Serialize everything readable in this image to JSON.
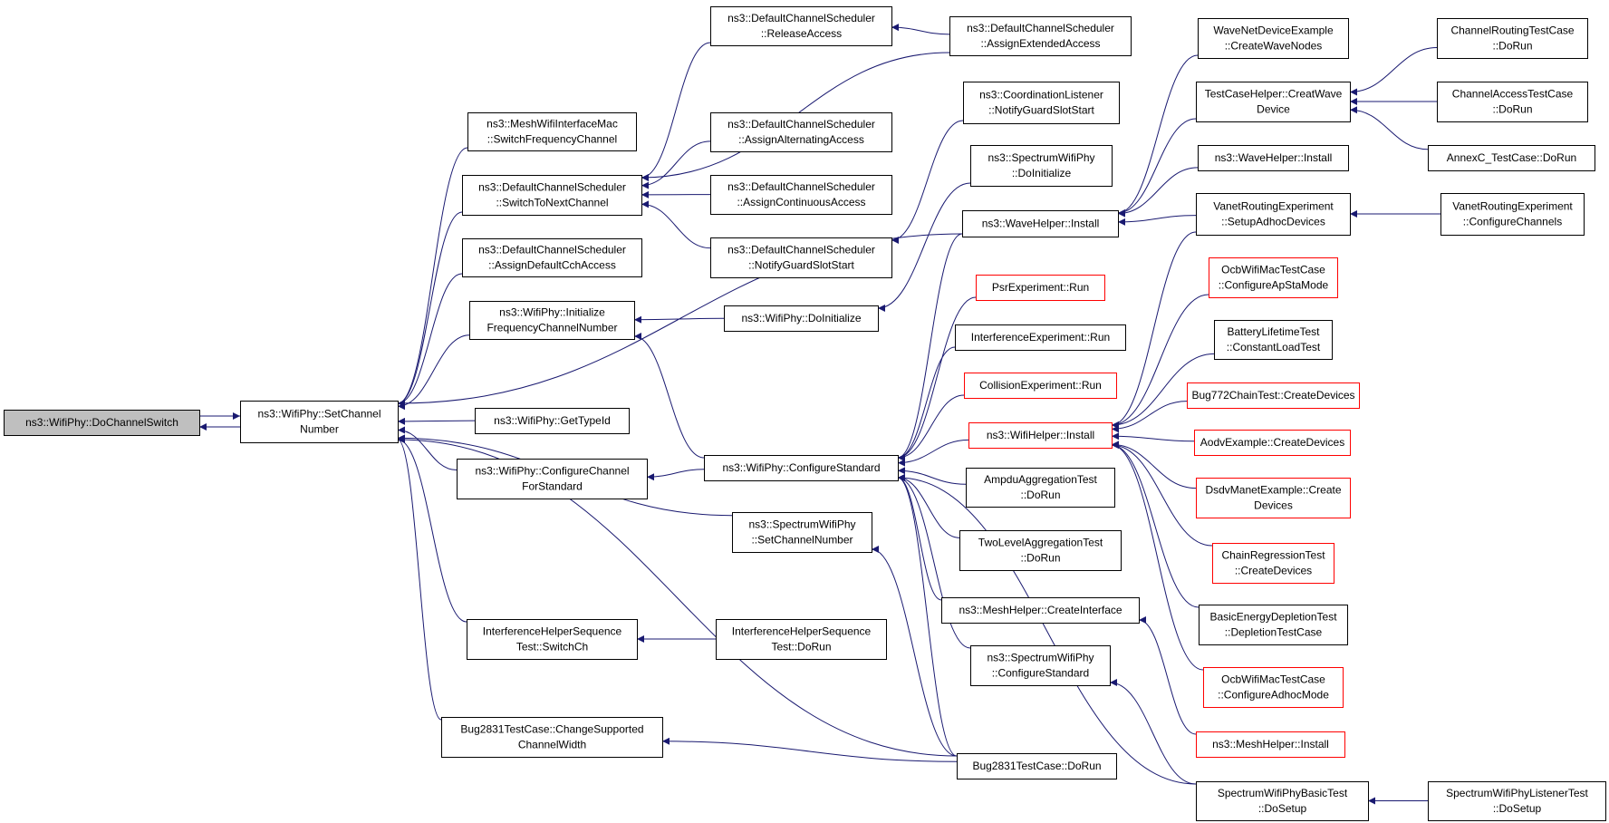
{
  "colors": {
    "edge": "#191970",
    "box_border": "#000000",
    "box_border_truncated": "#ff0000",
    "box_fill": "#ffffff",
    "box_fill_root": "#bfbfbf"
  },
  "nodes": [
    {
      "id": "n0",
      "lines": [
        "ns3::WifiPhy::DoChannelSwitch"
      ],
      "root": true
    },
    {
      "id": "n1",
      "lines": [
        "ns3::WifiPhy::SetChannel",
        "Number"
      ]
    },
    {
      "id": "n2",
      "lines": [
        "ns3::MeshWifiInterfaceMac",
        "::SwitchFrequencyChannel"
      ]
    },
    {
      "id": "n3",
      "lines": [
        "ns3::DefaultChannelScheduler",
        "::SwitchToNextChannel"
      ]
    },
    {
      "id": "n4",
      "lines": [
        "ns3::DefaultChannelScheduler",
        "::AssignDefaultCchAccess"
      ]
    },
    {
      "id": "n5",
      "lines": [
        "ns3::WifiPhy::Initialize",
        "FrequencyChannelNumber"
      ]
    },
    {
      "id": "n6",
      "lines": [
        "ns3::WifiPhy::GetTypeId"
      ]
    },
    {
      "id": "n7",
      "lines": [
        "ns3::WifiPhy::ConfigureChannel",
        "ForStandard"
      ]
    },
    {
      "id": "n8",
      "lines": [
        "ns3::SpectrumWifiPhy",
        "::SetChannelNumber"
      ]
    },
    {
      "id": "n9",
      "lines": [
        "InterferenceHelperSequence",
        "Test::SwitchCh"
      ]
    },
    {
      "id": "n10",
      "lines": [
        "Bug2831TestCase::ChangeSupported",
        "ChannelWidth"
      ]
    },
    {
      "id": "n11",
      "lines": [
        "ns3::DefaultChannelScheduler",
        "::ReleaseAccess"
      ]
    },
    {
      "id": "n12",
      "lines": [
        "ns3::DefaultChannelScheduler",
        "::AssignExtendedAccess"
      ]
    },
    {
      "id": "n13",
      "lines": [
        "ns3::DefaultChannelScheduler",
        "::AssignAlternatingAccess"
      ]
    },
    {
      "id": "n14",
      "lines": [
        "ns3::DefaultChannelScheduler",
        "::AssignContinuousAccess"
      ]
    },
    {
      "id": "n15",
      "lines": [
        "ns3::DefaultChannelScheduler",
        "::NotifyGuardSlotStart"
      ]
    },
    {
      "id": "n16",
      "lines": [
        "ns3::WifiPhy::DoInitialize"
      ]
    },
    {
      "id": "n17",
      "lines": [
        "ns3::WifiPhy::ConfigureStandard"
      ]
    },
    {
      "id": "n18",
      "lines": [
        "InterferenceHelperSequence",
        "Test::DoRun"
      ]
    },
    {
      "id": "n19",
      "lines": [
        "Bug2831TestCase::DoRun"
      ]
    },
    {
      "id": "n20",
      "lines": [
        "ns3::CoordinationListener",
        "::NotifyGuardSlotStart"
      ]
    },
    {
      "id": "n21",
      "lines": [
        "ns3::SpectrumWifiPhy",
        "::DoInitialize"
      ]
    },
    {
      "id": "n22",
      "lines": [
        "ns3::WaveHelper::Install"
      ]
    },
    {
      "id": "n23",
      "lines": [
        "PsrExperiment::Run"
      ],
      "truncated": true
    },
    {
      "id": "n24",
      "lines": [
        "InterferenceExperiment::Run"
      ]
    },
    {
      "id": "n25",
      "lines": [
        "CollisionExperiment::Run"
      ],
      "truncated": true
    },
    {
      "id": "n26",
      "lines": [
        "ns3::WifiHelper::Install"
      ],
      "truncated": true
    },
    {
      "id": "n27",
      "lines": [
        "AmpduAggregationTest",
        "::DoRun"
      ]
    },
    {
      "id": "n28",
      "lines": [
        "TwoLevelAggregationTest",
        "::DoRun"
      ]
    },
    {
      "id": "n29",
      "lines": [
        "ns3::MeshHelper::CreateInterface"
      ]
    },
    {
      "id": "n30",
      "lines": [
        "ns3::SpectrumWifiPhy",
        "::ConfigureStandard"
      ]
    },
    {
      "id": "n31",
      "lines": [
        "ns3::MeshHelper::Install"
      ],
      "truncated": true
    },
    {
      "id": "n32",
      "lines": [
        "WaveNetDeviceExample",
        "::CreateWaveNodes"
      ]
    },
    {
      "id": "n33",
      "lines": [
        "TestCaseHelper::CreatWave",
        "Device"
      ]
    },
    {
      "id": "n34",
      "lines": [
        "ns3::WaveHelper::Install"
      ]
    },
    {
      "id": "n35",
      "lines": [
        "VanetRoutingExperiment",
        "::SetupAdhocDevices"
      ]
    },
    {
      "id": "n36",
      "lines": [
        "OcbWifiMacTestCase",
        "::ConfigureApStaMode"
      ],
      "truncated": true
    },
    {
      "id": "n37",
      "lines": [
        "BatteryLifetimeTest",
        "::ConstantLoadTest"
      ]
    },
    {
      "id": "n38",
      "lines": [
        "Bug772ChainTest::CreateDevices"
      ],
      "truncated": true
    },
    {
      "id": "n39",
      "lines": [
        "AodvExample::CreateDevices"
      ],
      "truncated": true
    },
    {
      "id": "n40",
      "lines": [
        "DsdvManetExample::Create",
        "Devices"
      ],
      "truncated": true
    },
    {
      "id": "n41",
      "lines": [
        "ChainRegressionTest",
        "::CreateDevices"
      ],
      "truncated": true
    },
    {
      "id": "n42",
      "lines": [
        "BasicEnergyDepletionTest",
        "::DepletionTestCase"
      ]
    },
    {
      "id": "n43",
      "lines": [
        "OcbWifiMacTestCase",
        "::ConfigureAdhocMode"
      ],
      "truncated": true
    },
    {
      "id": "n44",
      "lines": [
        "SpectrumWifiPhyBasicTest",
        "::DoSetup"
      ]
    },
    {
      "id": "n45",
      "lines": [
        "ChannelRoutingTestCase",
        "::DoRun"
      ]
    },
    {
      "id": "n46",
      "lines": [
        "ChannelAccessTestCase",
        "::DoRun"
      ]
    },
    {
      "id": "n47",
      "lines": [
        "AnnexC_TestCase::DoRun"
      ]
    },
    {
      "id": "n48",
      "lines": [
        "VanetRoutingExperiment",
        "::ConfigureChannels"
      ]
    },
    {
      "id": "n49",
      "lines": [
        "SpectrumWifiPhyListenerTest",
        "::DoSetup"
      ]
    }
  ],
  "edges": [
    {
      "from": "n1",
      "to": "n0"
    },
    {
      "from": "n0",
      "to": "n1"
    },
    {
      "from": "n2",
      "to": "n1"
    },
    {
      "from": "n3",
      "to": "n1"
    },
    {
      "from": "n4",
      "to": "n1"
    },
    {
      "from": "n5",
      "to": "n1"
    },
    {
      "from": "n6",
      "to": "n1"
    },
    {
      "from": "n7",
      "to": "n1"
    },
    {
      "from": "n8",
      "to": "n1"
    },
    {
      "from": "n9",
      "to": "n1"
    },
    {
      "from": "n10",
      "to": "n1"
    },
    {
      "from": "n22",
      "to": "n1"
    },
    {
      "from": "n19",
      "to": "n1"
    },
    {
      "from": "n11",
      "to": "n3"
    },
    {
      "from": "n12",
      "to": "n3"
    },
    {
      "from": "n13",
      "to": "n3"
    },
    {
      "from": "n14",
      "to": "n3"
    },
    {
      "from": "n15",
      "to": "n3"
    },
    {
      "from": "n12",
      "to": "n11"
    },
    {
      "from": "n20",
      "to": "n15"
    },
    {
      "from": "n16",
      "to": "n5"
    },
    {
      "from": "n17",
      "to": "n5"
    },
    {
      "from": "n21",
      "to": "n16"
    },
    {
      "from": "n17",
      "to": "n7"
    },
    {
      "from": "n22",
      "to": "n17"
    },
    {
      "from": "n23",
      "to": "n17"
    },
    {
      "from": "n24",
      "to": "n17"
    },
    {
      "from": "n25",
      "to": "n17"
    },
    {
      "from": "n26",
      "to": "n17"
    },
    {
      "from": "n27",
      "to": "n17"
    },
    {
      "from": "n28",
      "to": "n17"
    },
    {
      "from": "n29",
      "to": "n17"
    },
    {
      "from": "n30",
      "to": "n17"
    },
    {
      "from": "n19",
      "to": "n17"
    },
    {
      "from": "n44",
      "to": "n17"
    },
    {
      "from": "n18",
      "to": "n9"
    },
    {
      "from": "n19",
      "to": "n10"
    },
    {
      "from": "n19",
      "to": "n8"
    },
    {
      "from": "n32",
      "to": "n22"
    },
    {
      "from": "n33",
      "to": "n22"
    },
    {
      "from": "n34",
      "to": "n22"
    },
    {
      "from": "n35",
      "to": "n22"
    },
    {
      "from": "n35",
      "to": "n26"
    },
    {
      "from": "n36",
      "to": "n26"
    },
    {
      "from": "n37",
      "to": "n26"
    },
    {
      "from": "n38",
      "to": "n26"
    },
    {
      "from": "n39",
      "to": "n26"
    },
    {
      "from": "n40",
      "to": "n26"
    },
    {
      "from": "n41",
      "to": "n26"
    },
    {
      "from": "n42",
      "to": "n26"
    },
    {
      "from": "n43",
      "to": "n26"
    },
    {
      "from": "n31",
      "to": "n29"
    },
    {
      "from": "n44",
      "to": "n30"
    },
    {
      "from": "n45",
      "to": "n33"
    },
    {
      "from": "n46",
      "to": "n33"
    },
    {
      "from": "n47",
      "to": "n33"
    },
    {
      "from": "n48",
      "to": "n35"
    },
    {
      "from": "n49",
      "to": "n44"
    }
  ]
}
